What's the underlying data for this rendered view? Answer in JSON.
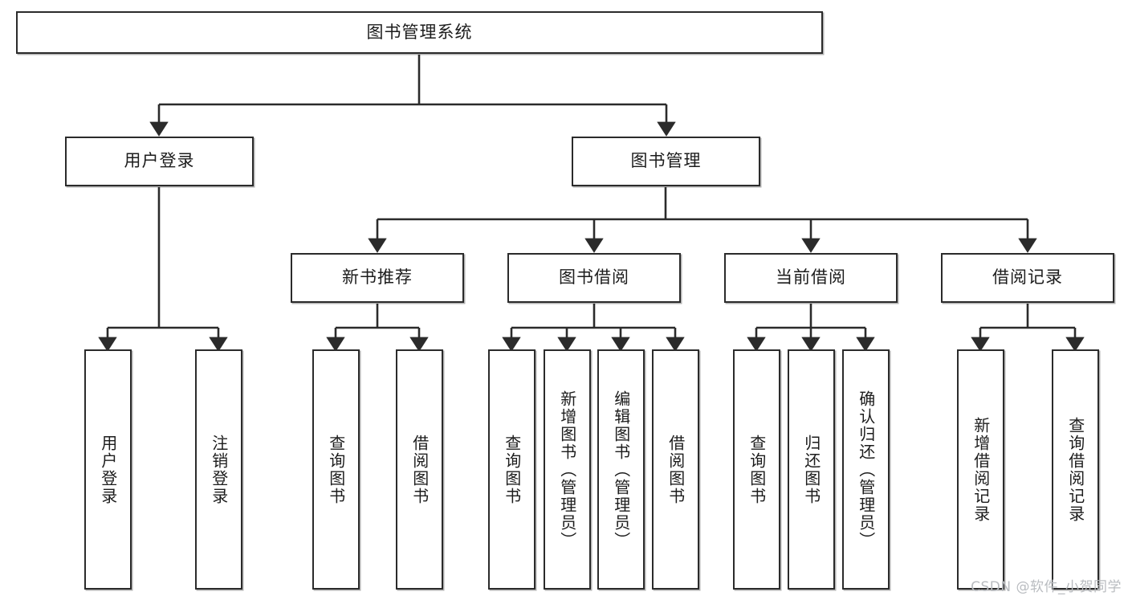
{
  "diagram": {
    "title": "图书管理系统",
    "type": "tree",
    "watermark": "CSDN @软件_小贺同学",
    "colors": {
      "box_border": "#2b2b2b",
      "box_fill": "#ffffff",
      "line": "#2b2b2b",
      "text": "#1c1c1c",
      "watermark": "#b9bcc0"
    },
    "levels": {
      "root": {
        "label": "图书管理系统"
      },
      "level2": [
        {
          "label": "用户登录"
        },
        {
          "label": "图书管理"
        }
      ],
      "level3": [
        {
          "label": "新书推荐"
        },
        {
          "label": "图书借阅"
        },
        {
          "label": "当前借阅"
        },
        {
          "label": "借阅记录"
        }
      ],
      "leaves": {
        "user_login": [
          {
            "label": "用户登录"
          },
          {
            "label": "注销登录"
          }
        ],
        "new_book_recommend": [
          {
            "label": "查询图书"
          },
          {
            "label": "借阅图书"
          }
        ],
        "book_borrow": [
          {
            "label": "查询图书"
          },
          {
            "label": "新增图书（管理员）"
          },
          {
            "label": "编辑图书（管理员）"
          },
          {
            "label": "借阅图书"
          }
        ],
        "current_borrow": [
          {
            "label": "查询图书"
          },
          {
            "label": "归还图书"
          },
          {
            "label": "确认归还（管理员）"
          }
        ],
        "borrow_record": [
          {
            "label": "新增借阅记录"
          },
          {
            "label": "查询借阅记录"
          }
        ]
      }
    }
  }
}
